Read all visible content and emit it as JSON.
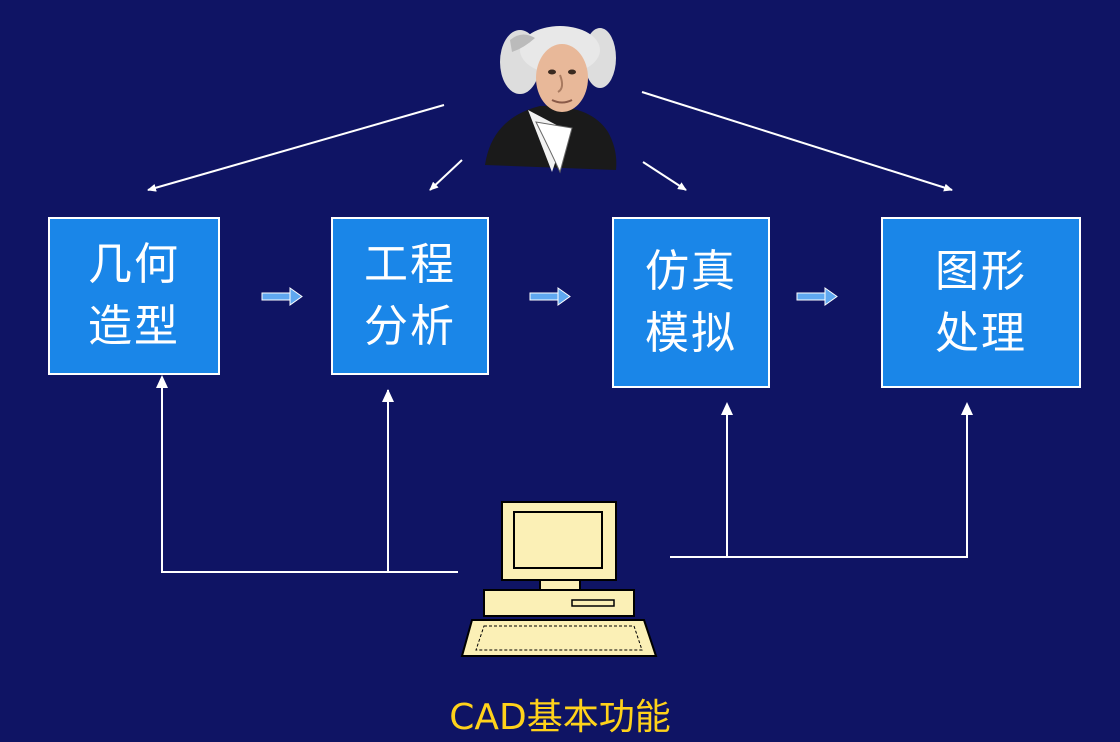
{
  "boxes": [
    {
      "line1": "几何",
      "line2": "造型"
    },
    {
      "line1": "工程",
      "line2": "分析"
    },
    {
      "line1": "仿真",
      "line2": "模拟"
    },
    {
      "line1": "图形",
      "line2": "处理"
    }
  ],
  "caption": "CAD基本功能",
  "icons": {
    "top": "engineer-portrait-icon",
    "bottom": "computer-icon"
  },
  "colors": {
    "background": "#0f1464",
    "box": "#1a86e8",
    "caption": "#ffd21a",
    "lines": "#ffffff",
    "flow_arrow": "#5fa8f0"
  }
}
